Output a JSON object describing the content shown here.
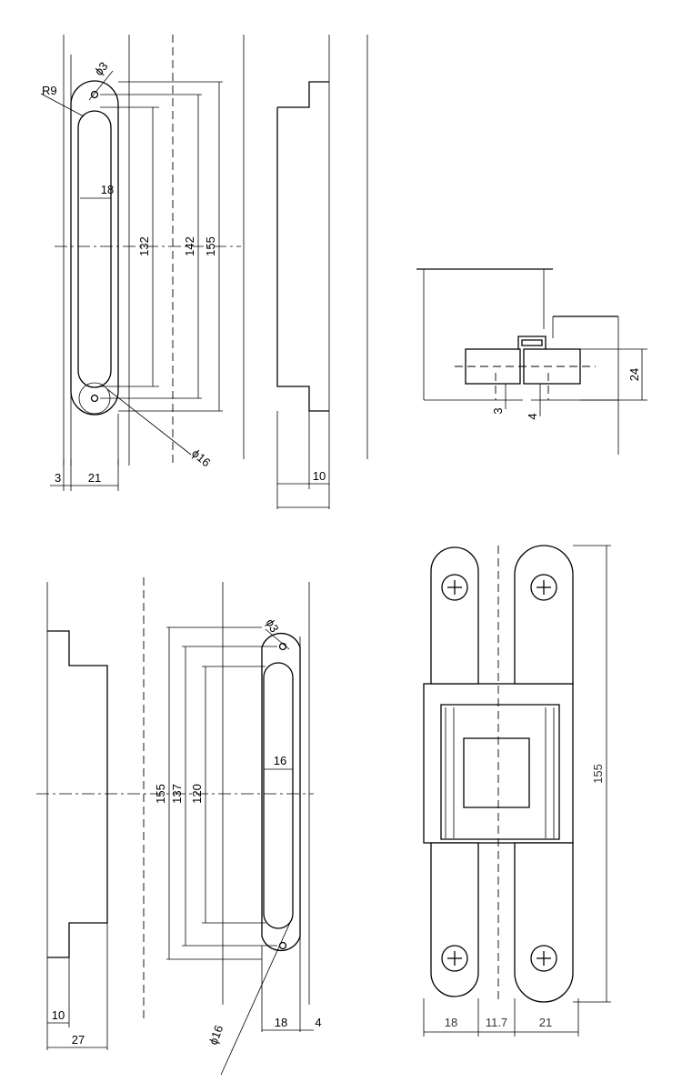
{
  "views": {
    "top_left": {
      "dimensions": {
        "radius": "R9",
        "hole_diameter": "ϕ3",
        "slot_width": "18",
        "slot_length": "132",
        "hole_spacing": "142",
        "overall_length": "155",
        "end_diameter": "ϕ16",
        "offset": "3",
        "width": "21",
        "step": "10"
      }
    },
    "top_right": {
      "dimensions": {
        "height": "24",
        "gap_left": "3",
        "gap_right": "4"
      }
    },
    "bottom_left": {
      "dimensions": {
        "overall_length": "155",
        "hole_spacing": "137",
        "slot_length": "120",
        "hole_diameter": "ϕ3",
        "slot_width": "16",
        "end_diameter": "ϕ16",
        "step": "10",
        "depth": "27",
        "width": "18",
        "offset": "4"
      }
    },
    "bottom_right": {
      "dimensions": {
        "overall_length": "155",
        "left_leaf": "18",
        "gap": "11.7",
        "right_leaf": "21"
      }
    }
  }
}
